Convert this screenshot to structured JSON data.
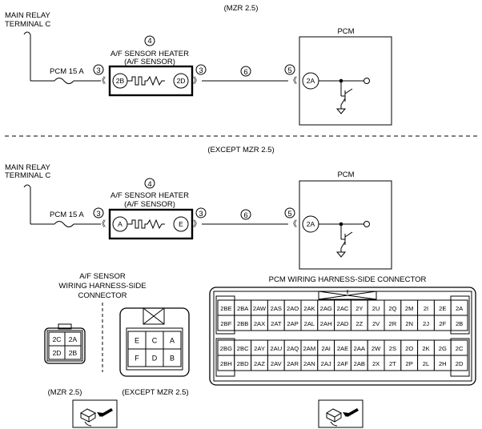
{
  "section_titles": {
    "mzr": "(MZR 2.5)",
    "except": "(EXCEPT MZR 2.5)"
  },
  "main_relay": {
    "line1": "MAIN RELAY",
    "line2": "TERMINAL C"
  },
  "fuse_label": "PCM 15 A",
  "pcm_label": "PCM",
  "markers": {
    "three": "3",
    "four": "4",
    "five": "5",
    "six": "6"
  },
  "heater": {
    "line1": "A/F SENSOR HEATER",
    "line2": "(A/F SENSOR)"
  },
  "mzr_terminals": {
    "left": "2B",
    "right": "2D",
    "pcm": "2A"
  },
  "except_terminals": {
    "left": "A",
    "right": "E",
    "pcm": "2A"
  },
  "af_connector": {
    "title_line1": "A/F SENSOR",
    "title_line2": "WIRING HARNESS-SIDE",
    "title_line3": "CONNECTOR",
    "mzr_pins": [
      [
        "2C",
        "2A"
      ],
      [
        "2D",
        "2B"
      ]
    ],
    "except_pins": [
      [
        "E",
        "C",
        "A"
      ],
      [
        "F",
        "D",
        "B"
      ]
    ],
    "mzr_caption": "(MZR 2.5)",
    "except_caption": "(EXCEPT MZR 2.5)"
  },
  "pcm_connector": {
    "title": "PCM WIRING HARNESS-SIDE CONNECTOR",
    "top_rows": [
      [
        "2BE",
        "2BA",
        "2AW",
        "2AS",
        "2AO",
        "2AK",
        "2AG",
        "2AC",
        "2Y",
        "2U",
        "2Q",
        "2M",
        "2I",
        "2E",
        "2A"
      ],
      [
        "2BF",
        "2BB",
        "2AX",
        "2AT",
        "2AP",
        "2AL",
        "2AH",
        "2AD",
        "2Z",
        "2V",
        "2R",
        "2N",
        "2J",
        "2F",
        "2B"
      ]
    ],
    "bottom_rows": [
      [
        "2BG",
        "2BC",
        "2AY",
        "2AU",
        "2AQ",
        "2AM",
        "2AI",
        "2AE",
        "2AA",
        "2W",
        "2S",
        "2O",
        "2K",
        "2G",
        "2C"
      ],
      [
        "2BH",
        "2BD",
        "2AZ",
        "2AV",
        "2AR",
        "2AN",
        "2AJ",
        "2AF",
        "2AB",
        "2X",
        "2T",
        "2P",
        "2L",
        "2H",
        "2D"
      ]
    ]
  }
}
